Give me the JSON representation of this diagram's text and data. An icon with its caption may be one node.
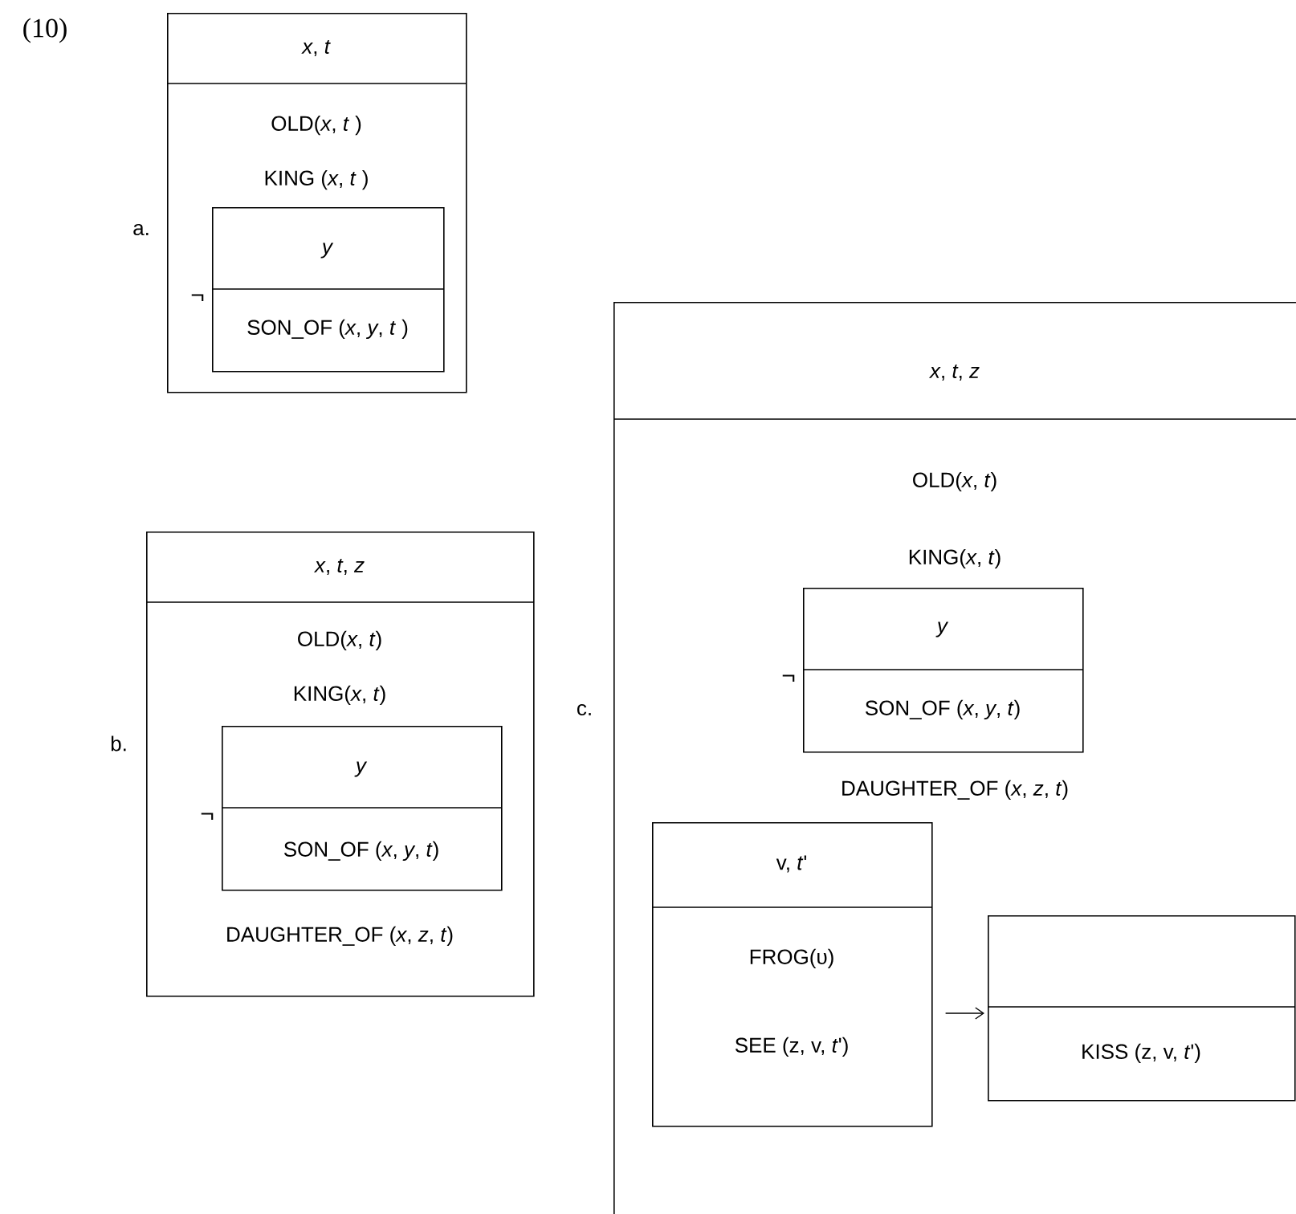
{
  "diagram": {
    "nodes": [
      {
        "text": [
          "*x*, *t*",
          "OLD(*x*, *t* )",
          "KING (*x*, *t* )"
        ]
      },
      {
        "text": [
          "*y*",
          "SON_OF (*x*, *y*, *t* )"
        ],
        "in": 0,
        "beside": [
          "¬"
        ]
      },
      {
        "text": [
          "*x*, *t*, *z*",
          "OLD(*x*, *t*)",
          "KING(*x*, *t*)",
          "DAUGHTER_OF (*x*, *z*, *t*)"
        ]
      },
      {
        "text": [
          "*y*",
          "SON_OF (*x*, *y*, *t*)"
        ],
        "in": 2,
        "beside": [
          "¬"
        ]
      },
      {
        "text": [
          "*x*, *t*, *z*",
          "OLD(*x*, *t*)",
          "KING(*x*, *t*)",
          "DAUGHTER_OF (*x*, *z*, *t*)"
        ]
      },
      {
        "text": [
          "*y*",
          "SON_OF (*x*, *y*, *t*)"
        ],
        "in": 4,
        "beside": [
          "¬"
        ]
      },
      {
        "text": [
          "v, *t*'",
          "FROG(υ)",
          "SEE (z, v, *t*')"
        ],
        "in": 4
      },
      {
        "text": [
          "KISS (z, v, *t*')"
        ],
        "in": 4
      }
    ],
    "edges": [
      {
        "from": 6,
        "to": 7,
        "arrow": "to"
      }
    ],
    "labels": [
      "(10)",
      "a.",
      "b.",
      "c."
    ]
  }
}
